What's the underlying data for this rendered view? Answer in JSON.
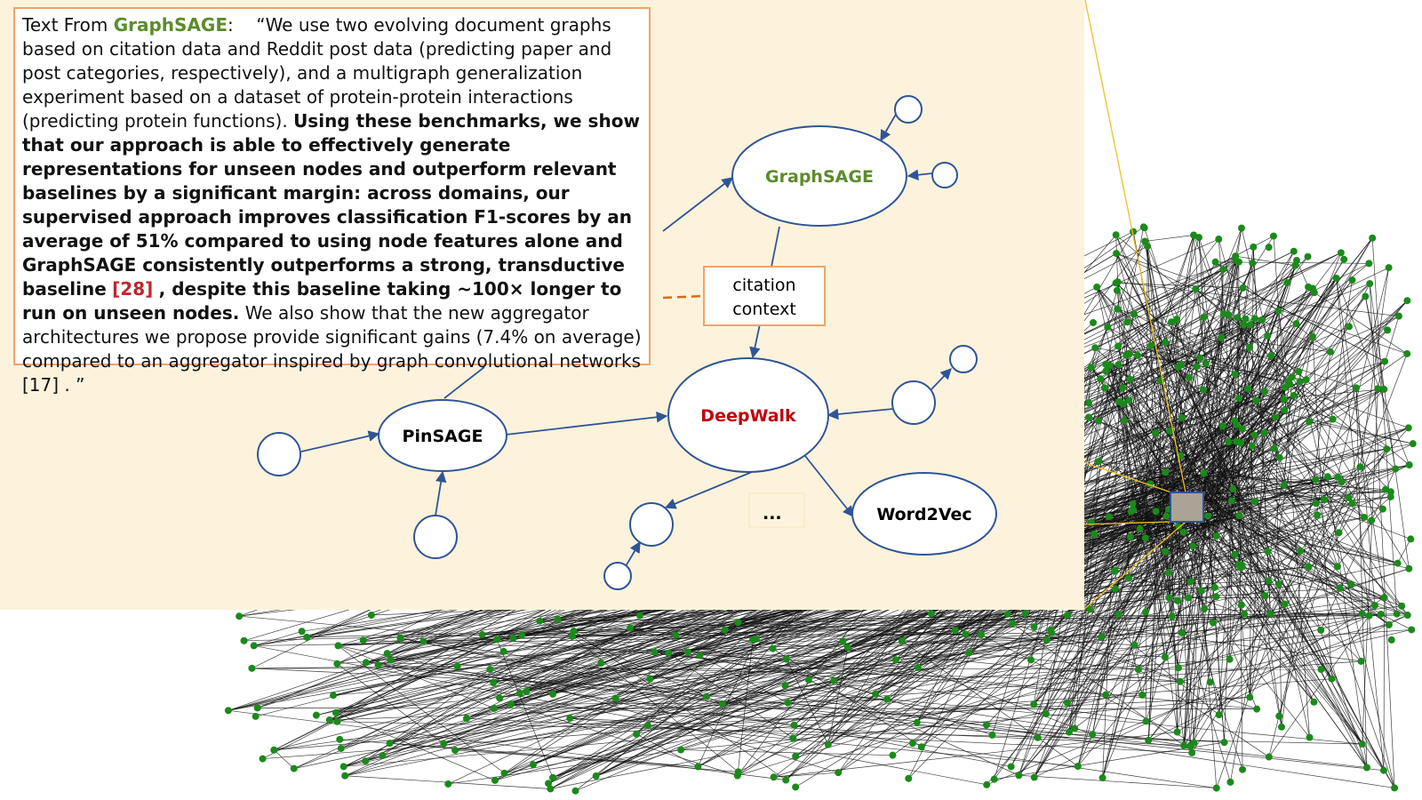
{
  "colors": {
    "panel_bg": "#fdf3dc",
    "node_border": "#2f5597",
    "graphsage": "#5b8c2a",
    "deepwalk": "#c0000b",
    "quote_border": "#f2a36a",
    "network_node": "#1a8a1a",
    "zoom_line": "#f0c020"
  },
  "quote": {
    "prefix": "Text From",
    "source": "GraphSAGE",
    "colon": ":",
    "intro": "“We use two evolving document graphs based on citation data and Reddit post data (predicting paper and post categories, respectively), and a multigraph generalization experiment based on a dataset of protein-protein interactions (predicting protein functions).",
    "bold_part": "Using these benchmarks, we show that our approach is able to effectively generate representations for unseen nodes and outperform relevant baselines by a significant margin: across domains, our supervised approach improves classification F1-scores by an average of 51% compared to using node features alone and GraphSAGE consistently outperforms a strong, transductive baseline",
    "citation": "[28]",
    "bold_after": ", despite this baseline taking ~100× longer to run on unseen nodes.",
    "rest": "We also show that the new aggregator architectures we propose provide significant gains (7.4% on average) compared to an aggregator inspired by graph convolutional networks [17] . ”"
  },
  "nodes": {
    "graphsage": "GraphSAGE",
    "pinsage": "PinSAGE",
    "deepwalk": "DeepWalk",
    "word2vec": "Word2Vec",
    "ellipsis": "..."
  },
  "citation_context": {
    "line1": "citation",
    "line2": "context"
  }
}
